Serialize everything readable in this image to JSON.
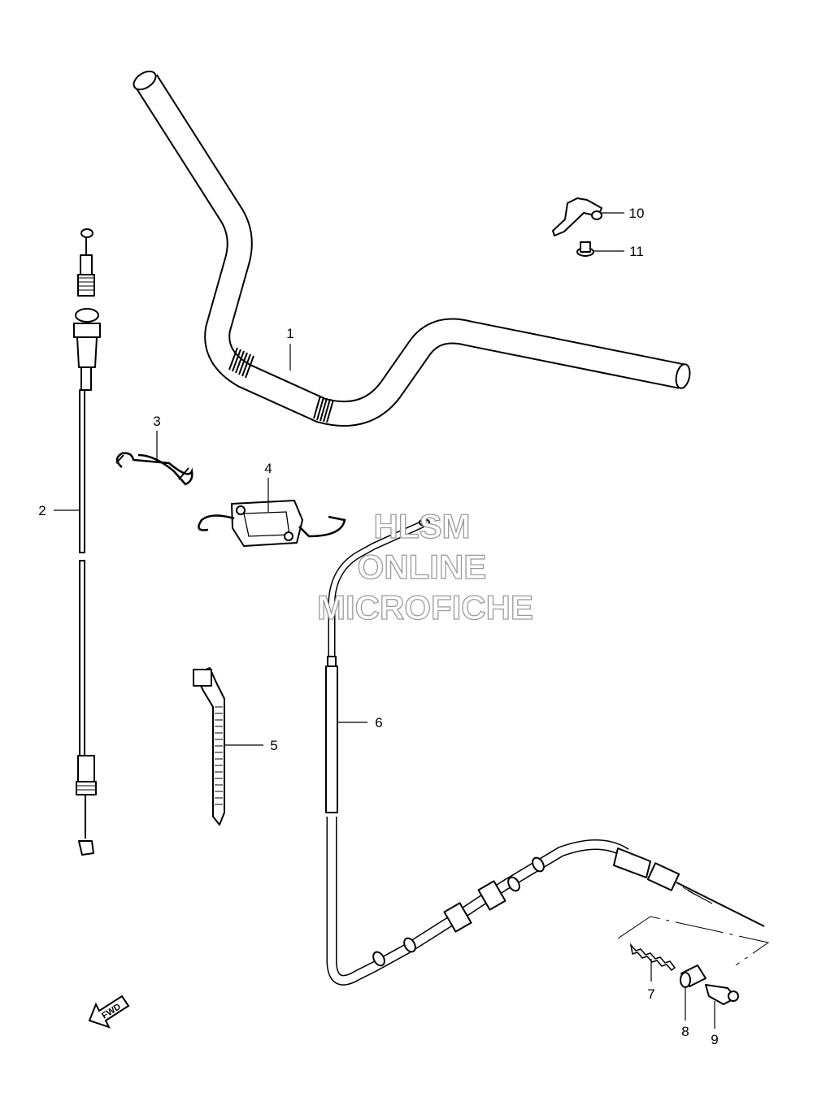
{
  "diagram": {
    "callouts": [
      "1",
      "2",
      "3",
      "4",
      "5",
      "6",
      "7",
      "8",
      "9",
      "10",
      "11"
    ],
    "fwd_label": "FWD",
    "watermark": [
      "HLSM",
      "ONLINE",
      "MICROFICHE"
    ]
  }
}
